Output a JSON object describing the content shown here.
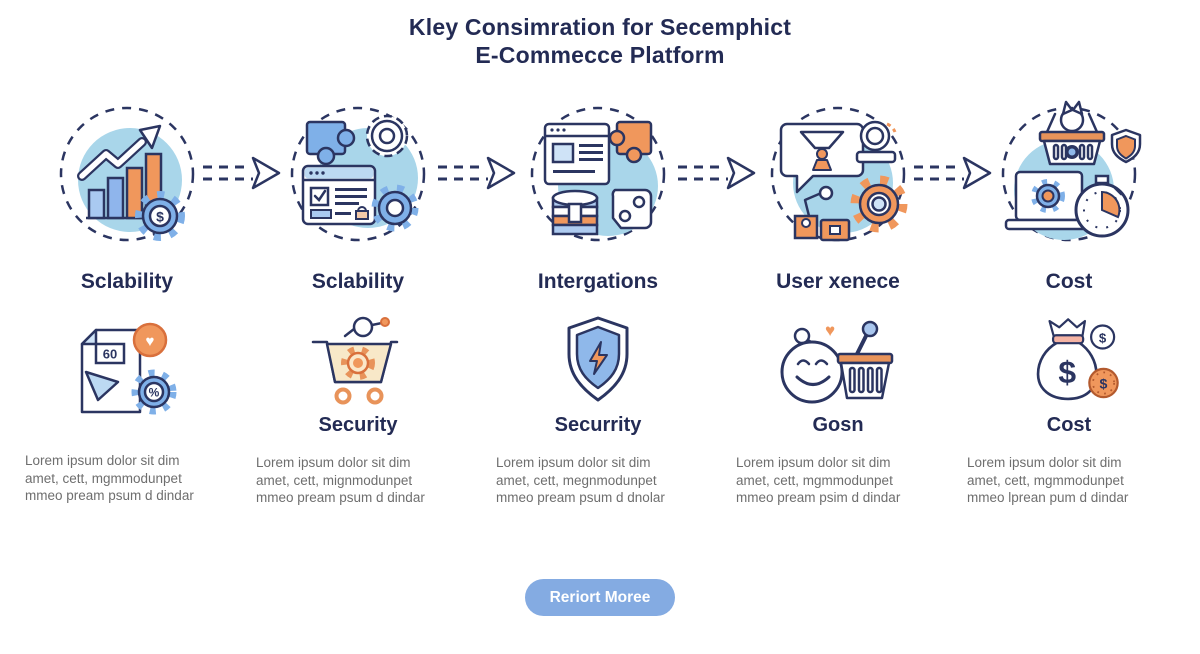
{
  "title": {
    "line1": "Kley Consimration for Secemphict",
    "line2": "E-Commecce Platform"
  },
  "columns": [
    {
      "main_icon": "growth-bars-arrow-gear-icon",
      "main_label": "Sclability",
      "secondary_icon": "discount-document-icon",
      "secondary_label": "",
      "desc": [
        "Lorem ipsum dolor sit dim",
        "amet, cett, mgmmodunpet",
        "mmeo pream psum d dindar"
      ]
    },
    {
      "main_icon": "puzzle-gears-checklist-icon",
      "main_label": "Sclability",
      "secondary_icon": "shopping-cart-gear-icon",
      "secondary_label": "Security",
      "desc": [
        "Lorem ipsum dolor sit dim",
        "amet, cett, mignmodunpet",
        "mmeo pream psum d dindar"
      ]
    },
    {
      "main_icon": "browser-puzzle-database-icon",
      "main_label": "Intergations",
      "secondary_icon": "shield-lightning-icon",
      "secondary_label": "Securrity",
      "desc": [
        "Lorem ipsum dolor sit dim",
        "amet, cett, megnmodunpet",
        "mmeo pream psum d dnolar"
      ]
    },
    {
      "main_icon": "funnel-speech-gear-icon",
      "main_label": "User xenece",
      "secondary_icon": "smiley-basket-icon",
      "secondary_label": "Gosn",
      "desc": [
        "Lorem ipsum dolor sit dim",
        "amet, cett, mgmmodunpet",
        "mmeo pream psim d dindar"
      ]
    },
    {
      "main_icon": "basket-laptop-stopwatch-icon",
      "main_label": "Cost",
      "secondary_icon": "money-bag-icon",
      "secondary_label": "Cost",
      "desc": [
        "Lorem ipsum dolor sit dim",
        "amet, cett, mgmmodunpet",
        "mmeo lprean pum d dindar"
      ]
    }
  ],
  "cta": {
    "label": "Reriort Moree"
  },
  "colors": {
    "navy": "#2b3561",
    "title_navy": "#232b54",
    "light_blue": "#a9d6ea",
    "blue": "#7fb0e8",
    "pale_blue": "#bcd9f2",
    "orange": "#f0975c",
    "cream": "#f8e8c8",
    "grey_text": "#6e6e6e",
    "button_blue": "#84abe2"
  }
}
